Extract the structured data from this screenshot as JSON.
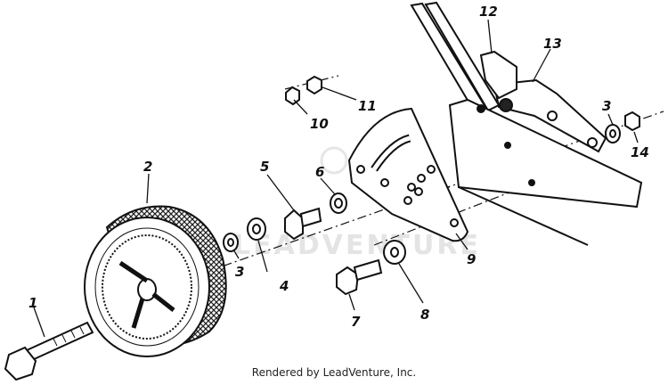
{
  "diagram": {
    "callouts": [
      "1",
      "2",
      "3",
      "3",
      "4",
      "5",
      "6",
      "7",
      "8",
      "9",
      "10",
      "11",
      "12",
      "13",
      "14"
    ],
    "watermark": "LEADVENTURE",
    "credit": "Rendered by LeadVenture, Inc."
  }
}
